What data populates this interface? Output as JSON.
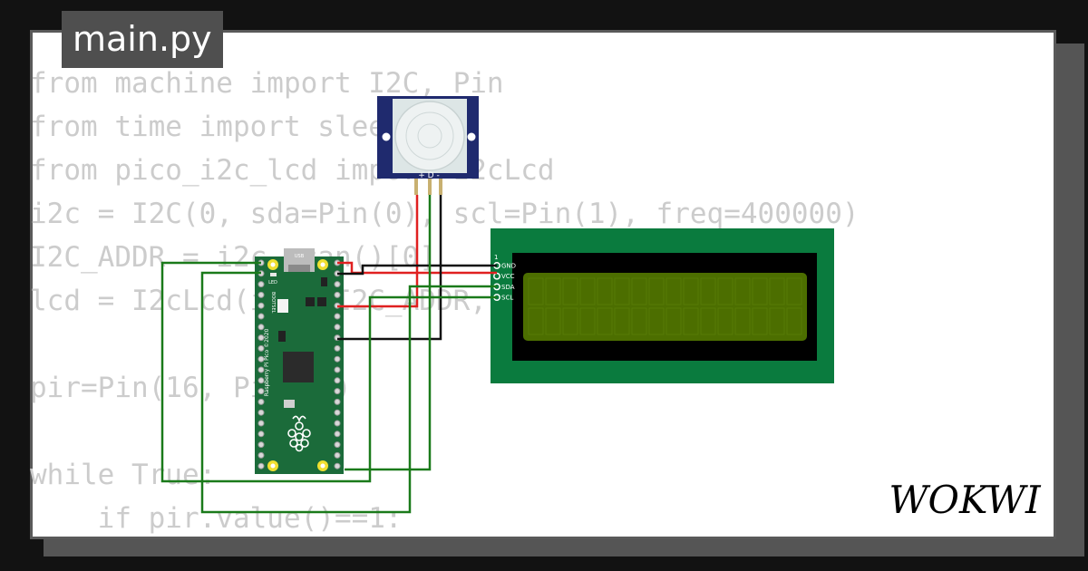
{
  "file_tab": {
    "label": "main.py"
  },
  "code_lines": [
    "from machine import I2C, Pin",
    "from time import sleep",
    "from pico_i2c_lcd import I2cLcd",
    "i2c = I2C(0, sda=Pin(0), scl=Pin(1), freq=400000)",
    "I2C_ADDR = i2c.scan()[0]",
    "lcd = I2cLcd(i2c, I2C_ADDR, 2, 16)",
    "",
    "pir=Pin(16, Pin.IN)",
    "",
    "while True:",
    "    if pir.value()==1:"
  ],
  "pir_sensor": {
    "pin_labels": "+ D -"
  },
  "pico": {
    "label_usb": "USB",
    "label_led": "LED",
    "label_bootsel": "BOOTSEL",
    "label_board": "Raspberry Pi Pico ©2020"
  },
  "lcd": {
    "pin_number": "1",
    "pins": [
      "GND",
      "VCC",
      "SDA",
      "SCL"
    ]
  },
  "brand": {
    "logo_text": "WOKWI"
  },
  "colors": {
    "background": "#121212",
    "card": "#ffffff",
    "code_text": "#cccccc",
    "pico_green": "#1b6b3a",
    "lcd_green": "#0a7b3e",
    "lcd_screen": "#4c6e00",
    "pir_blue": "#1f2a6e",
    "wire_red": "#e02020",
    "wire_black": "#111111",
    "wire_green": "#1a7a1a"
  }
}
